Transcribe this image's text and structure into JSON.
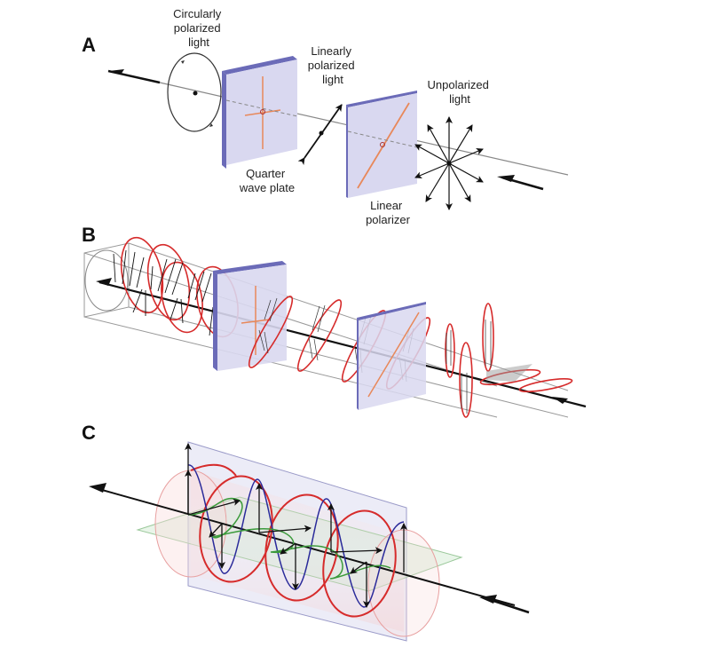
{
  "figure": {
    "panels": [
      {
        "id": "A",
        "label": "A",
        "labels": {
          "circular": [
            "Circularly",
            "polarized",
            "light"
          ],
          "linear": [
            "Linearly",
            "polarized",
            "light"
          ],
          "unpolarized": [
            "Unpolarized",
            "light"
          ],
          "quarter_wave": [
            "Quarter",
            "wave plate"
          ],
          "linear_polarizer": [
            "Linear",
            "polarizer"
          ]
        }
      },
      {
        "id": "B",
        "label": "B"
      },
      {
        "id": "C",
        "label": "C"
      }
    ],
    "colors": {
      "plate_face": "#d9d8f0",
      "plate_edge": "#6b6bb8",
      "axis_orange": "#e8885a",
      "wave_red": "#d62b2b",
      "wave_blue": "#2a2a9a",
      "wave_green": "#3a9a3a",
      "arrow_black": "#111111"
    }
  }
}
